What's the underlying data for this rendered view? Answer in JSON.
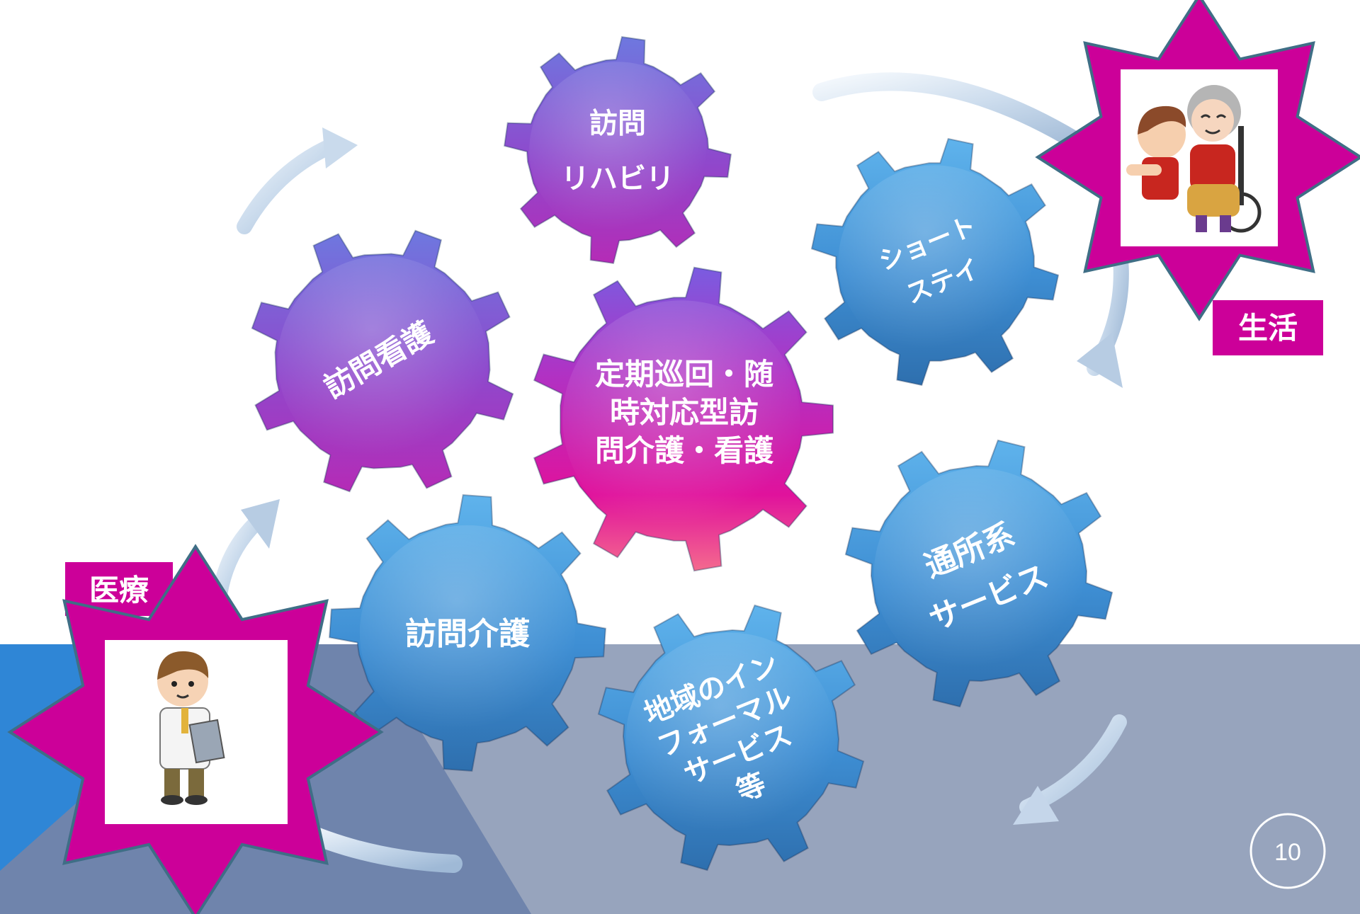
{
  "slide": {
    "page_number": "10"
  },
  "gears": [
    {
      "id": "visiting-rehab",
      "lines": [
        "訪問",
        "リハビリ"
      ],
      "style": "purple"
    },
    {
      "id": "short-stay",
      "lines": [
        "ショート",
        "ステイ"
      ],
      "style": "blue"
    },
    {
      "id": "visiting-nursing",
      "lines": [
        "訪問看護"
      ],
      "style": "purple"
    },
    {
      "id": "periodic-visit",
      "lines": [
        "定期巡回・随",
        "時対応型訪",
        "問介護・看護"
      ],
      "style": "magenta"
    },
    {
      "id": "day-services",
      "lines": [
        "通所系",
        "サービス"
      ],
      "style": "blue"
    },
    {
      "id": "home-care",
      "lines": [
        "訪問介護"
      ],
      "style": "blue"
    },
    {
      "id": "informal-services",
      "lines": [
        "地域のイン",
        "フォーマル",
        "サービス",
        "等"
      ],
      "style": "blue"
    }
  ],
  "labels": {
    "life": "生活",
    "medical": "医療"
  },
  "icons": {
    "life": "caregiver-with-elderly-woman-icon",
    "medical": "doctor-with-clipboard-icon"
  },
  "colors": {
    "magenta": "#CC0099",
    "star_stroke": "#3F6E86",
    "gear_blue": "#3F8FD2",
    "gear_purple": "#8B44C6",
    "gear_magenta": "#D21BA0",
    "floor": "#97A4BD",
    "floor_dark": "#6F84AC",
    "floor_blue": "#2F86D6"
  }
}
